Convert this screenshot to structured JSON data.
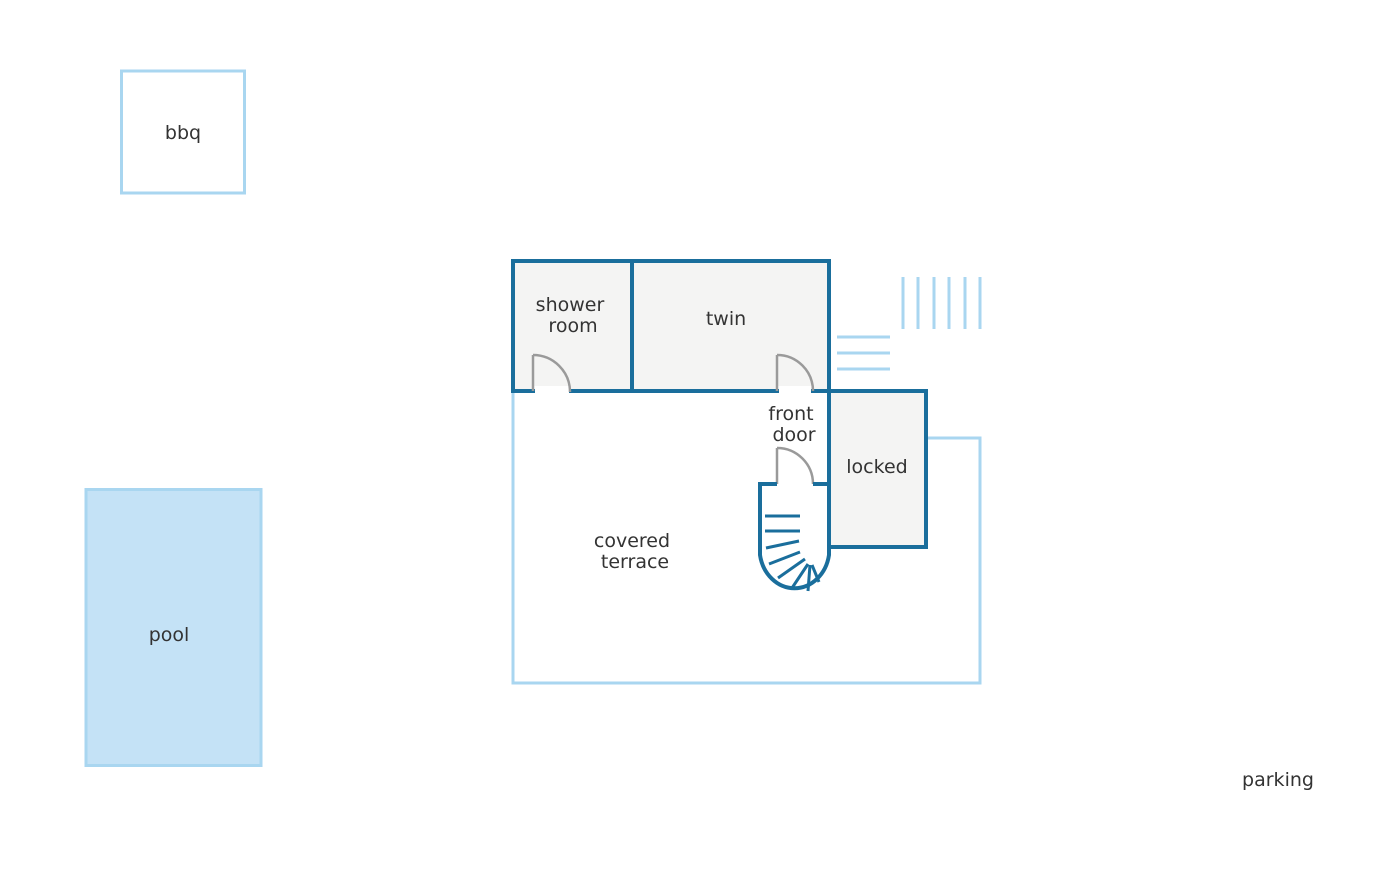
{
  "labels": {
    "bbq": "bbq",
    "pool": "pool",
    "shower_room": [
      "shower",
      "room"
    ],
    "twin": "twin",
    "front_door": [
      "front",
      "door"
    ],
    "locked": "locked",
    "covered_terrace": [
      "covered",
      "terrace"
    ],
    "parking": "parking"
  },
  "colors": {
    "wall": "#1a6e9c",
    "outline": "#a9d6f0",
    "pool_fill": "#c4e2f6",
    "room_fill": "#f4f4f3",
    "door": "#9a9a9a",
    "text": "#333333"
  }
}
